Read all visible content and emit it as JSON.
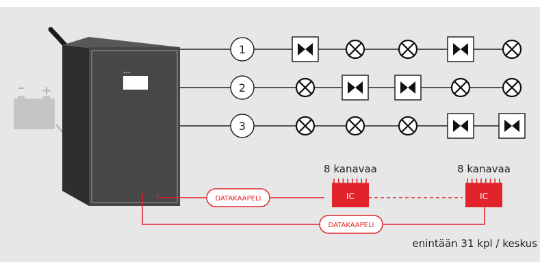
{
  "battery": {
    "minus_symbol": "–",
    "plus_symbol": "+"
  },
  "cabinet": {
    "indicator_dots": "•••"
  },
  "circuits": [
    {
      "label": "1",
      "devices": [
        "bowtie-icon",
        "cross-lamp-icon",
        "cross-lamp-icon",
        "bowtie-icon",
        "cross-lamp-icon"
      ]
    },
    {
      "label": "2",
      "devices": [
        "cross-lamp-icon",
        "bowtie-icon",
        "bowtie-icon",
        "cross-lamp-icon",
        "cross-lamp-icon"
      ]
    },
    {
      "label": "3",
      "devices": [
        "cross-lamp-icon",
        "cross-lamp-icon",
        "cross-lamp-icon",
        "bowtie-icon",
        "bowtie-icon"
      ]
    }
  ],
  "ic_modules": [
    {
      "caption": "8 kanavaa",
      "label": "IC"
    },
    {
      "caption": "8 kanavaa",
      "label": "IC"
    }
  ],
  "cables": {
    "upper_label": "DATAKAAPELI",
    "lower_label": "DATAKAAPELI"
  },
  "footnote": "enintään 31 kpl / keskus",
  "colors": {
    "background": "#e7e7e7",
    "line": "#222222",
    "accent_red": "#e1242b",
    "cabinet_body": "#474747",
    "battery": "#c5c5c5"
  }
}
